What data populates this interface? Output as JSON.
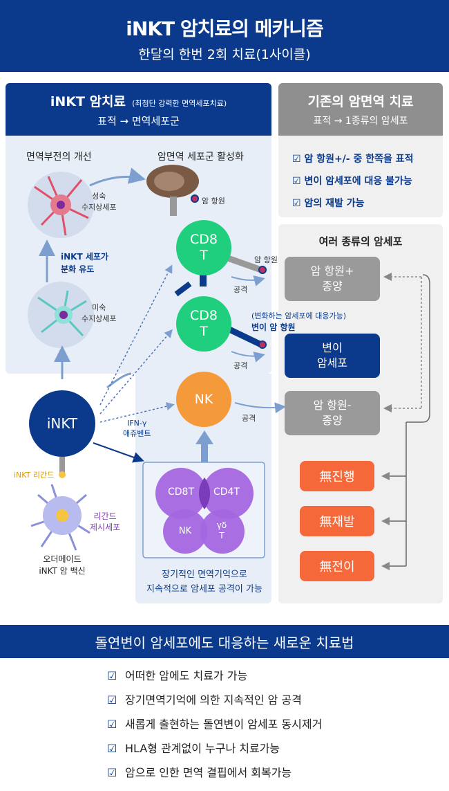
{
  "header": {
    "title": "iNKT 암치료의 메카니즘",
    "subtitle": "한달의 한번 2회 치료(1사이클)"
  },
  "left_panel": {
    "title": "iNKT 암치료",
    "title_note": "(최첨단 강력한 면역세포치료)",
    "subtitle": "표적 → 면역세포군",
    "sec_immune": "면역부전의 개선",
    "sec_activate": "암면역 세포군 활성화",
    "mature_dc": "성숙\n수지상세포",
    "immature_dc": "미숙\n수지상세포",
    "induce": "iNKT 세포가\n분화 유도",
    "antigen1": "암 항원",
    "inkt": "iNKT",
    "inkt_ligand": "iNKT 리간드",
    "ligand_cell": "리간드\n제시세포",
    "vaccine": "오더메이드\niNKT 암 백신",
    "ifn": "IFN-γ\n애쥬벤트",
    "cd8_1": "CD8\nT",
    "cd8_2": "CD8\nT",
    "nk": "NK",
    "attack1": "공격",
    "attack2": "공격",
    "attack3": "공격",
    "antigen2": "암 항원",
    "mutation_note": "(변화하는 암세포에 대응가능)",
    "mutation_antigen": "변이 암 항원",
    "memory_cd8t": "CD8T",
    "memory_cd4t": "CD4T",
    "memory_nk": "NK",
    "memory_gd": "γδ\nT",
    "memory_caption": "장기적인 면역기억으로\n지속적으로 암세포 공격이 가능"
  },
  "right_panel": {
    "title": "기존의 암면역 치료",
    "subtitle": "표적 → 1종류의 암세포",
    "checks": [
      "암 항원+/- 중 한쪽을 표적",
      "변이 암세포에 대응 불가능",
      "암의 재발 가능"
    ],
    "cells_title": "여러 종류의 암세포",
    "tumor_pos": "암 항원+\n종양",
    "tumor_mut": "변이\n암세포",
    "tumor_neg": "암 항원-\n종양",
    "outcomes": [
      "無진행",
      "無재발",
      "無전이"
    ]
  },
  "bottom": {
    "banner": "돌연변이 암세포에도 대응하는 새로운 치료법",
    "items": [
      "어떠한 암에도 치료가 가능",
      "장기면역기억에 의한 지속적인 암 공격",
      "새롭게 출현하는 돌연변이 암세포 동시제거",
      "HLA형 관계없이 누구나 치료가능",
      "암으로 인한 면역 결핍에서 회복가능"
    ]
  },
  "colors": {
    "navy": "#0b3a8c",
    "green": "#1fcf7e",
    "orange": "#f59a3a",
    "purple": "#9d55d8",
    "gray": "#9a9a9a",
    "coral": "#f5683a"
  }
}
